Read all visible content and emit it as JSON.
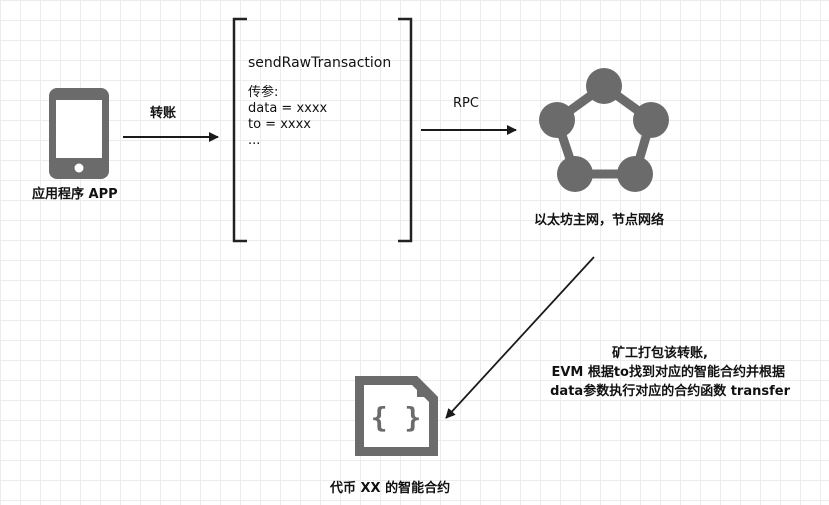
{
  "app": {
    "label": "应用程序 APP"
  },
  "arrow_transfer": {
    "label": "转账"
  },
  "transaction": {
    "method": "sendRawTransaction",
    "params_title": "传参:",
    "param_data": "data = xxxx",
    "param_to": "to = xxxx",
    "ellipsis": "..."
  },
  "arrow_rpc": {
    "label": "RPC"
  },
  "network": {
    "label": "以太坊主网，节点网络"
  },
  "miner_note": {
    "line1": "矿工打包该转账,",
    "line2": "EVM 根据to找到对应的智能合约并根据",
    "line3": "data参数执行对应的合约函数 transfer"
  },
  "contract": {
    "label": "代币 XX 的智能合约",
    "icon_text": "{ }"
  },
  "colors": {
    "icon_gray": "#6b6b6b",
    "arrow": "#1a1a1a",
    "bracket": "#222222"
  }
}
